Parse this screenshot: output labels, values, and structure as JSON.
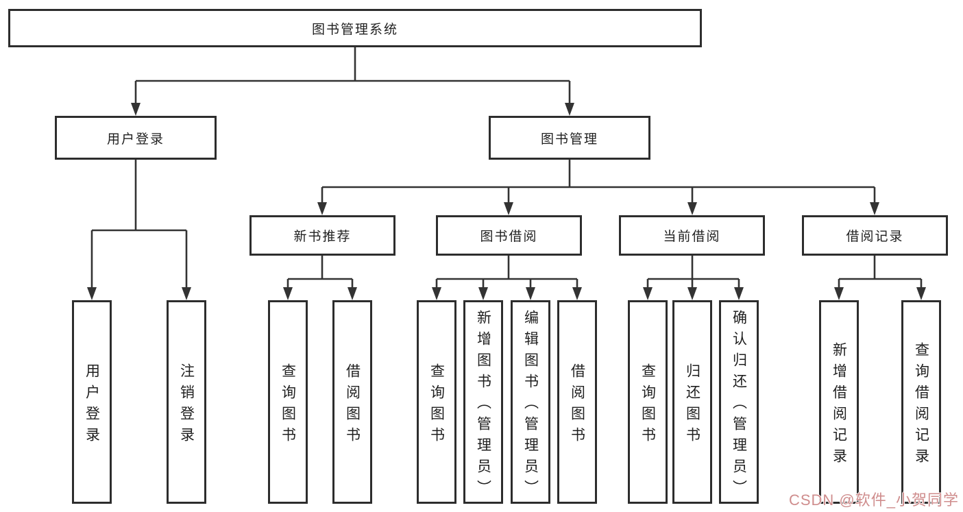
{
  "diagram_title": "图书管理系统",
  "tree": {
    "root": {
      "label": "图书管理系统"
    },
    "level2": [
      {
        "label": "用户登录"
      },
      {
        "label": "图书管理"
      }
    ],
    "level3": [
      {
        "label": "新书推荐",
        "parent": "图书管理"
      },
      {
        "label": "图书借阅",
        "parent": "图书管理"
      },
      {
        "label": "当前借阅",
        "parent": "图书管理"
      },
      {
        "label": "借阅记录",
        "parent": "图书管理"
      }
    ],
    "leaves": [
      {
        "label": "用户登录",
        "parent": "用户登录"
      },
      {
        "label": "注销登录",
        "parent": "用户登录"
      },
      {
        "label": "查询图书",
        "parent": "新书推荐"
      },
      {
        "label": "借阅图书",
        "parent": "新书推荐"
      },
      {
        "label": "查询图书",
        "parent": "图书借阅"
      },
      {
        "label": "新增图书（管理员）",
        "parent": "图书借阅"
      },
      {
        "label": "编辑图书（管理员）",
        "parent": "图书借阅"
      },
      {
        "label": "借阅图书",
        "parent": "图书借阅"
      },
      {
        "label": "查询图书",
        "parent": "当前借阅"
      },
      {
        "label": "归还图书",
        "parent": "当前借阅"
      },
      {
        "label": "确认归还（管理员）",
        "parent": "当前借阅"
      },
      {
        "label": "新增借阅记录",
        "parent": "借阅记录"
      },
      {
        "label": "查询借阅记录",
        "parent": "借阅记录"
      }
    ]
  },
  "watermark": {
    "text": "CSDN @软件_小贺同学",
    "color": "#cf8d8d"
  },
  "colors": {
    "background": "#ffffff",
    "box_border": "#2d2d2d",
    "connector_line": "#333333",
    "text": "#1f1f1f"
  }
}
